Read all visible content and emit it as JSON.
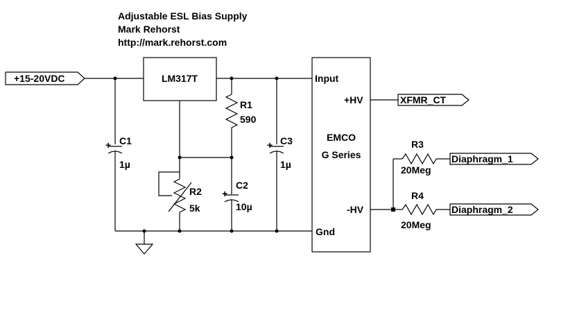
{
  "header": {
    "title": "Adjustable ESL Bias Supply",
    "author": "Mark Rehorst",
    "url": "http://mark.rehorst.com"
  },
  "ports": {
    "input": "+15-20VDC",
    "xfmr": "XFMR_CT",
    "diaphragm1": "Diaphragm_1",
    "diaphragm2": "Diaphragm_2"
  },
  "regulator": {
    "name": "LM317T"
  },
  "emco": {
    "line1": "EMCO",
    "line2": "G Series",
    "pin_input": "Input",
    "pin_gnd": "Gnd",
    "pin_hv_pos": "+HV",
    "pin_hv_neg": "-HV"
  },
  "components": {
    "c1": {
      "ref": "C1",
      "value": "1µ"
    },
    "r1": {
      "ref": "R1",
      "value": "590"
    },
    "c2": {
      "ref": "C2",
      "value": "10µ"
    },
    "c3": {
      "ref": "C3",
      "value": "1µ"
    },
    "r2": {
      "ref": "R2",
      "value": "5k"
    },
    "r3": {
      "ref": "R3",
      "value": "20Meg"
    },
    "r4": {
      "ref": "R4",
      "value": "20Meg"
    }
  },
  "cap_polarity_mark": "+",
  "colors": {
    "background": "#ffffff",
    "ink": "#000000"
  }
}
